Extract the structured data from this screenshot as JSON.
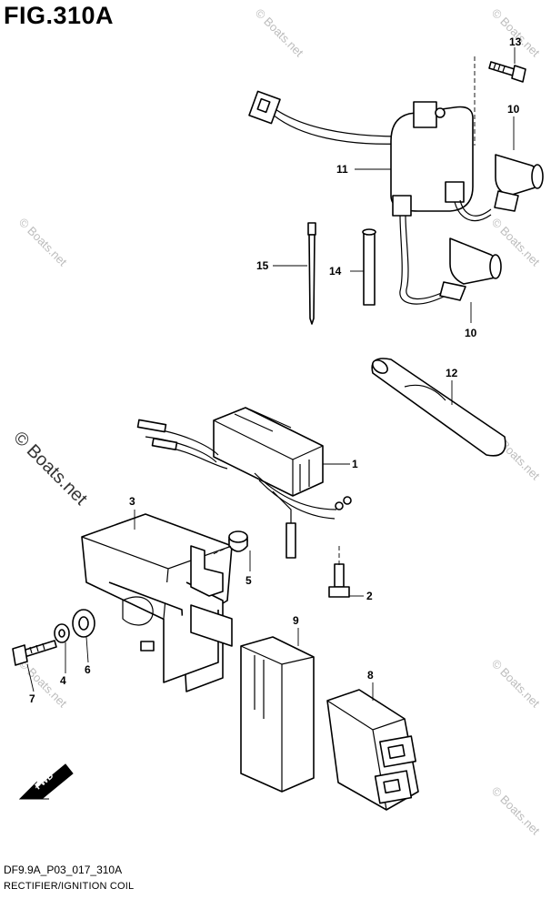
{
  "figure": {
    "title": "FIG.310A",
    "code": "DF9.9A_P03_017_310A",
    "caption": "RECTIFIER/IGNITION COIL"
  },
  "watermark": {
    "main": "© Boats.net",
    "small": "© Boats.net"
  },
  "direction_arrow": "FWD",
  "callouts": [
    "1",
    "2",
    "3",
    "4",
    "5",
    "6",
    "7",
    "8",
    "9",
    "10",
    "10",
    "11",
    "12",
    "13",
    "14",
    "15"
  ]
}
